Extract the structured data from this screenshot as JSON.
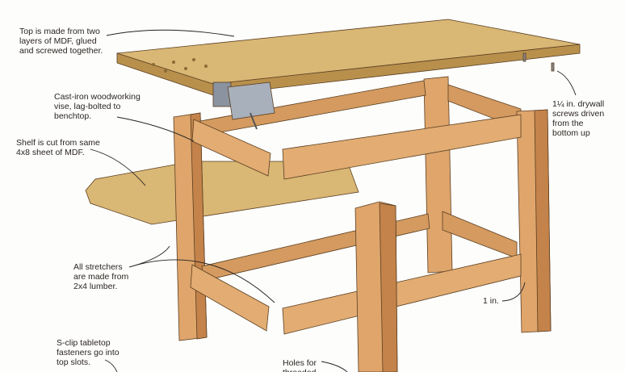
{
  "colors": {
    "mdf": "#d9b774",
    "mdf_edge": "#b8904c",
    "wood": "#dfa56b",
    "wood_dark": "#c4834a",
    "vise": "#9aa3b0",
    "ink": "#2a2522"
  },
  "callouts": {
    "top": [
      "Top is made from two",
      "layers of MDF, glued",
      "and screwed together."
    ],
    "vise": [
      "Cast-iron woodworking",
      "vise, lag-bolted to",
      "benchtop."
    ],
    "shelf": [
      "Shelf is cut from same",
      "4x8 sheet of MDF."
    ],
    "stretchers": [
      "All stretchers",
      "are made from",
      "2x4 lumber."
    ],
    "sclip": [
      "S-clip tabletop",
      "fasteners go into",
      "top slots."
    ],
    "holes": [
      "Holes for",
      "threaded"
    ],
    "screws": [
      "1¼ in. drywall",
      "screws driven",
      "from the",
      "bottom up"
    ],
    "inch": [
      "1 in."
    ]
  }
}
